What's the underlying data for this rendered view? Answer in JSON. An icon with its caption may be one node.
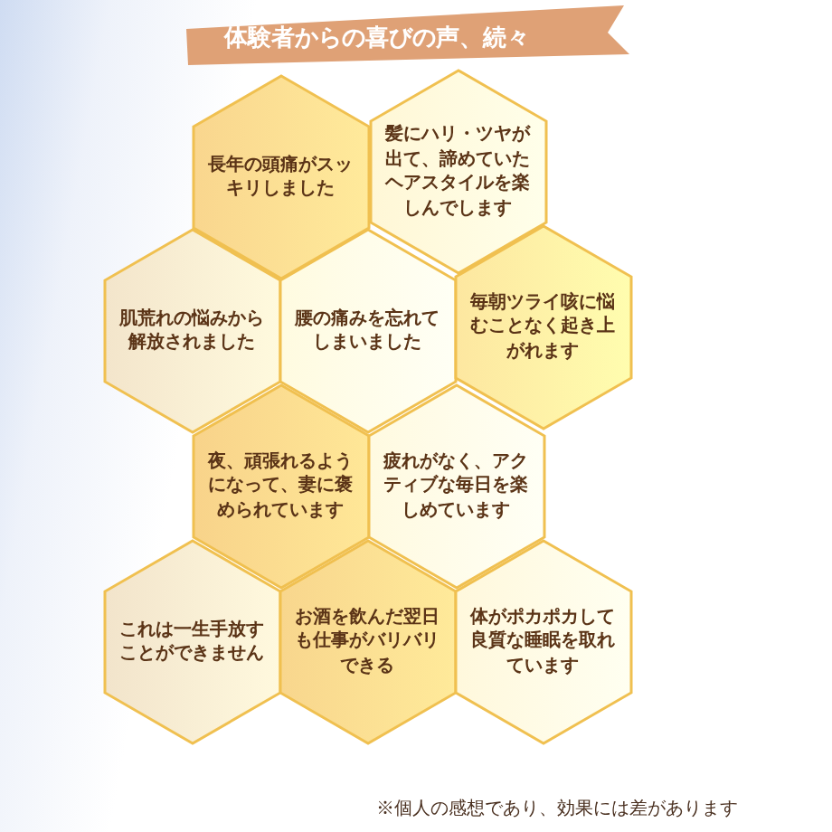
{
  "diagram": {
    "title": "体験者からの喜びの声、続々",
    "nodes": [
      {
        "text": [
          "長年の頭痛がスッキリしました"
        ]
      },
      {
        "text": [
          "髪にハリ・ツヤが出て、諦めていたヘアスタイルを楽しんでします"
        ]
      },
      {
        "text": [
          "肌荒れの悩みから解放されました"
        ]
      },
      {
        "text": [
          "腰の痛みを忘れてしまいました"
        ]
      },
      {
        "text": [
          "毎朝ツライ咳に悩むことなく起き上がれます"
        ]
      },
      {
        "text": [
          "夜、頑張れるようになって、妻に褒められています"
        ]
      },
      {
        "text": [
          "疲れがなく、アクティブな毎日を楽しめています"
        ]
      },
      {
        "text": [
          "これは一生手放すことができません"
        ]
      },
      {
        "text": [
          "お酒を飲んだ翌日も仕事がバリバリできる"
        ]
      },
      {
        "text": [
          "体がポカポカして良質な睡眠を取れています"
        ]
      }
    ],
    "caption": "※個人の感想であり、効果には差があります"
  }
}
